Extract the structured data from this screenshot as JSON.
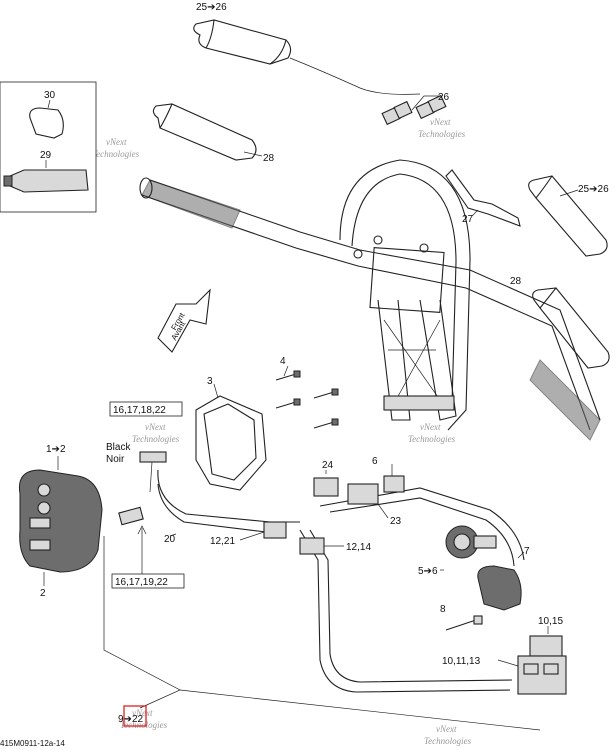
{
  "labels": {
    "l25_26_top": "25➔26",
    "l25_26_right": "25➔26",
    "l26": "26",
    "l27": "27",
    "l28_top": "28",
    "l28_right": "28",
    "l29": "29",
    "l30": "30",
    "l3": "3",
    "l4": "4",
    "l1_2": "1➔2",
    "l2": "2",
    "l6": "6",
    "l24": "24",
    "l23": "23",
    "l20": "20",
    "l12_21": "12,21",
    "l12_14": "12,14",
    "l5_6": "5➔6",
    "l7": "7",
    "l8": "8",
    "l10_15": "10,15",
    "l10_11_13": "10,11,13",
    "l9_22": "9➔22",
    "box_top": "16,17,18,22",
    "box_bottom": "16,17,19,22",
    "black": "Black",
    "noir": "Noir",
    "front": "Front",
    "avant": "Avant",
    "footer_code": "415M0911-12a-14"
  },
  "watermark": {
    "line1": "vNext",
    "line2": "Technologies"
  },
  "colors": {
    "highlight_box": "#e02020",
    "line": "#222222"
  }
}
